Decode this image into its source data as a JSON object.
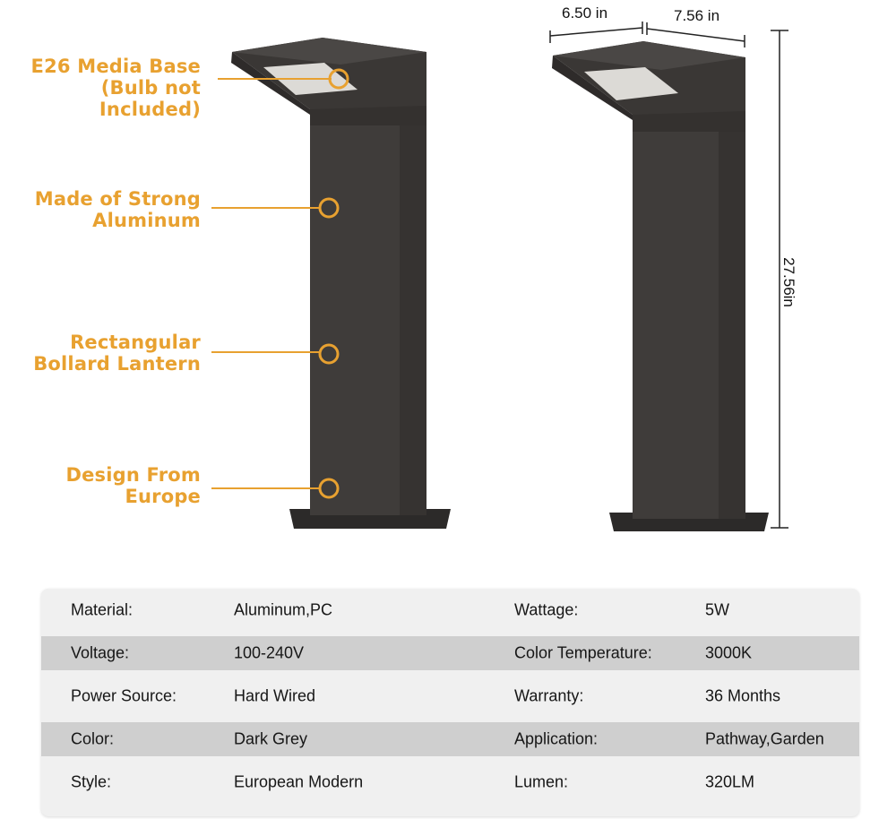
{
  "callouts": {
    "media_base_line1": "E26 Media Base",
    "media_base_line2": "(Bulb not Included)",
    "material_line1": "Made of Strong",
    "material_line2": "Aluminum",
    "shape_line1": "Rectangular",
    "shape_line2": "Bollard Lantern",
    "design_line1": "Design From",
    "design_line2": "Europe"
  },
  "dimensions": {
    "depth": "6.50 in",
    "width": "7.56 in",
    "height": "27.56in"
  },
  "colors": {
    "accent": "#e8a130",
    "lamp_body": "#3d3a38",
    "row_shade": "#cfcfcf"
  },
  "specs": [
    {
      "label1": "Material:",
      "value1": "Aluminum,PC",
      "label2": "Wattage:",
      "value2": "5W"
    },
    {
      "label1": "Voltage:",
      "value1": "100-240V",
      "label2": "Color Temperature:",
      "value2": "3000K"
    },
    {
      "label1": "Power Source:",
      "value1": "Hard Wired",
      "label2": "Warranty:",
      "value2": "36 Months"
    },
    {
      "label1": "Color:",
      "value1": "Dark Grey",
      "label2": "Application:",
      "value2": "Pathway,Garden"
    },
    {
      "label1": "Style:",
      "value1": "European Modern",
      "label2": "Lumen:",
      "value2": "320LM"
    }
  ]
}
